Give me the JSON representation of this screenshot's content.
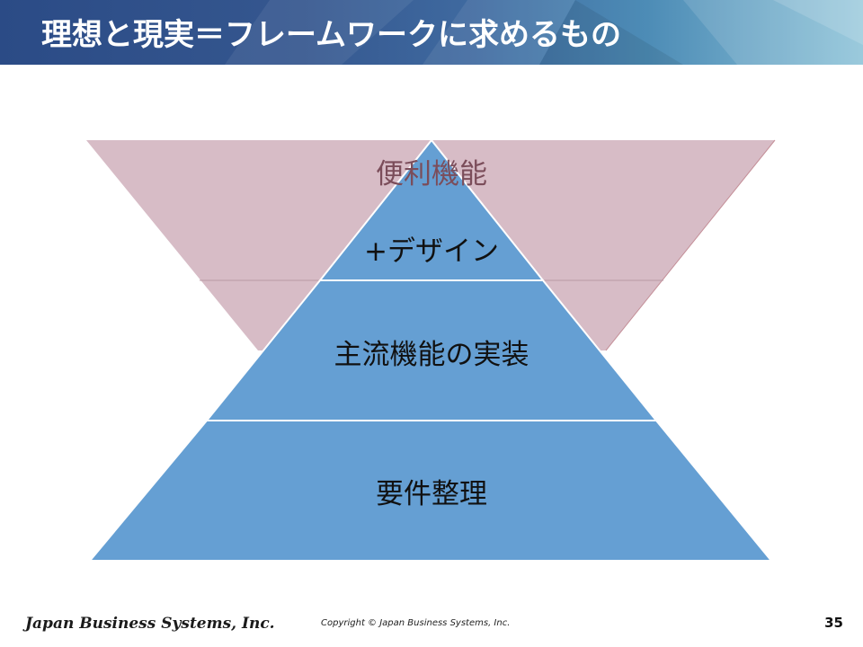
{
  "slide": {
    "title": "理想と現実＝フレームワークに求めるもの",
    "page_number": "35"
  },
  "diagram": {
    "inverted_label": "便利機能",
    "levels": [
      {
        "label": "+デザイン"
      },
      {
        "label": "主流機能の実装"
      },
      {
        "label": "要件整理"
      }
    ],
    "colors": {
      "pyramid": "#659fd3",
      "inverted": "#d7bcc6",
      "inverted_label": "#7b4d5a",
      "pyramid_label": "#111111"
    }
  },
  "footer": {
    "company": "Japan Business Systems, Inc.",
    "copyright": "Copyright © Japan Business Systems, Inc."
  }
}
